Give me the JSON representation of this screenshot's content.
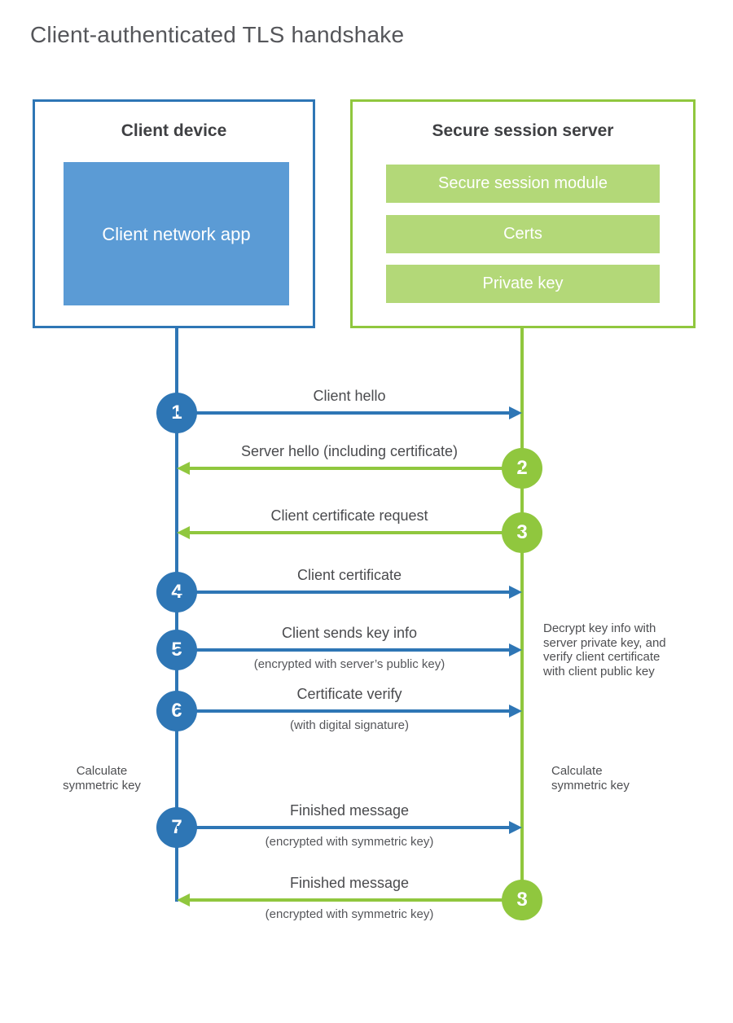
{
  "title": "Client-authenticated TLS handshake",
  "colors": {
    "blue": "#2e76b5",
    "blue_light": "#5b9bd5",
    "green": "#90c73e",
    "green_light": "#b3d878"
  },
  "client_box": {
    "title": "Client device",
    "app_label": "Client network app"
  },
  "server_box": {
    "title": "Secure session server",
    "modules": [
      "Secure session module",
      "Certs",
      "Private key"
    ]
  },
  "messages": [
    {
      "num": "1",
      "label": "Client hello",
      "sublabel": "",
      "from": "client"
    },
    {
      "num": "2",
      "label": "Server hello (including certificate)",
      "sublabel": "",
      "from": "server"
    },
    {
      "num": "3",
      "label": "Client certificate request",
      "sublabel": "",
      "from": "server"
    },
    {
      "num": "4",
      "label": "Client certificate",
      "sublabel": "",
      "from": "client"
    },
    {
      "num": "5",
      "label": "Client sends key info",
      "sublabel": "(encrypted with server’s public key)",
      "from": "client"
    },
    {
      "num": "6",
      "label": "Certificate verify",
      "sublabel": "(with digital signature)",
      "from": "client"
    },
    {
      "num": "7",
      "label": "Finished message",
      "sublabel": "(encrypted with symmetric key)",
      "from": "client"
    },
    {
      "num": "8",
      "label": "Finished message",
      "sublabel": "(encrypted with symmetric key)",
      "from": "server"
    }
  ],
  "notes": {
    "decrypt_note": "Decrypt key info with server private key, and verify client certificate with client public key",
    "client_calculate": "Calculate symmetric key",
    "server_calculate": "Calculate symmetric key"
  }
}
